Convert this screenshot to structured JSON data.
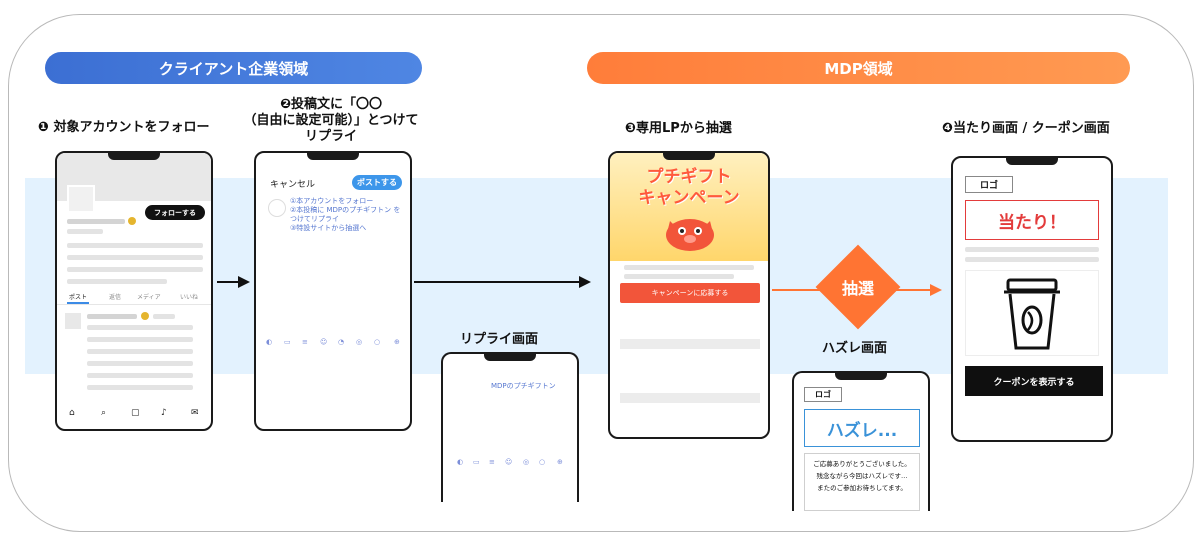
{
  "regions": {
    "client": "クライアント企業領域",
    "mdp": "MDP領域"
  },
  "steps": {
    "s1": "❶ 対象アカウントをフォロー",
    "s2_line1": "❷投稿文に「〇〇",
    "s2_line2": "（自由に設定可能）」とつけて",
    "s2_line3": "リプライ",
    "s3": "❸専用LPから抽選",
    "s4": "❹当たり画面 / クーポン画面",
    "reply_screen": "リプライ画面",
    "lose_screen": "ハズレ画面"
  },
  "phone_follow": {
    "follow_button": "フォローする",
    "tabs": [
      "ポスト",
      "返信",
      "メディア",
      "いいね"
    ]
  },
  "phone_post": {
    "cancel": "キャンセル",
    "post_button": "ポストする",
    "lines": [
      "①本アカウントをフォロー",
      "②本投稿に MDPのプチギフトン をつけてリプライ",
      "③特設サイトから抽選へ"
    ]
  },
  "phone_reply": {
    "text": "MDPのプチギフトン"
  },
  "phone_lp": {
    "banner_line1": "プチギフト",
    "banner_line2": "キャンペーン",
    "apply_button": "キャンペーンに応募する"
  },
  "lottery": {
    "label": "抽選"
  },
  "phone_lose": {
    "logo": "ロゴ",
    "headline": "ハズレ...",
    "message_lines": [
      "ご応募ありがとうございました。",
      "残念ながら今回はハズレです…",
      "またのご参加お待ちしてます。"
    ]
  },
  "phone_win": {
    "logo": "ロゴ",
    "headline": "当たり！",
    "coupon_button": "クーポンを表示する"
  },
  "colors": {
    "client_blue": "#4677d8",
    "mdp_orange": "#ff8a45",
    "band_blue": "#e3f2fe",
    "apply_red": "#f2553a",
    "win_red": "#e33b3b",
    "lose_blue": "#3a92d8"
  }
}
